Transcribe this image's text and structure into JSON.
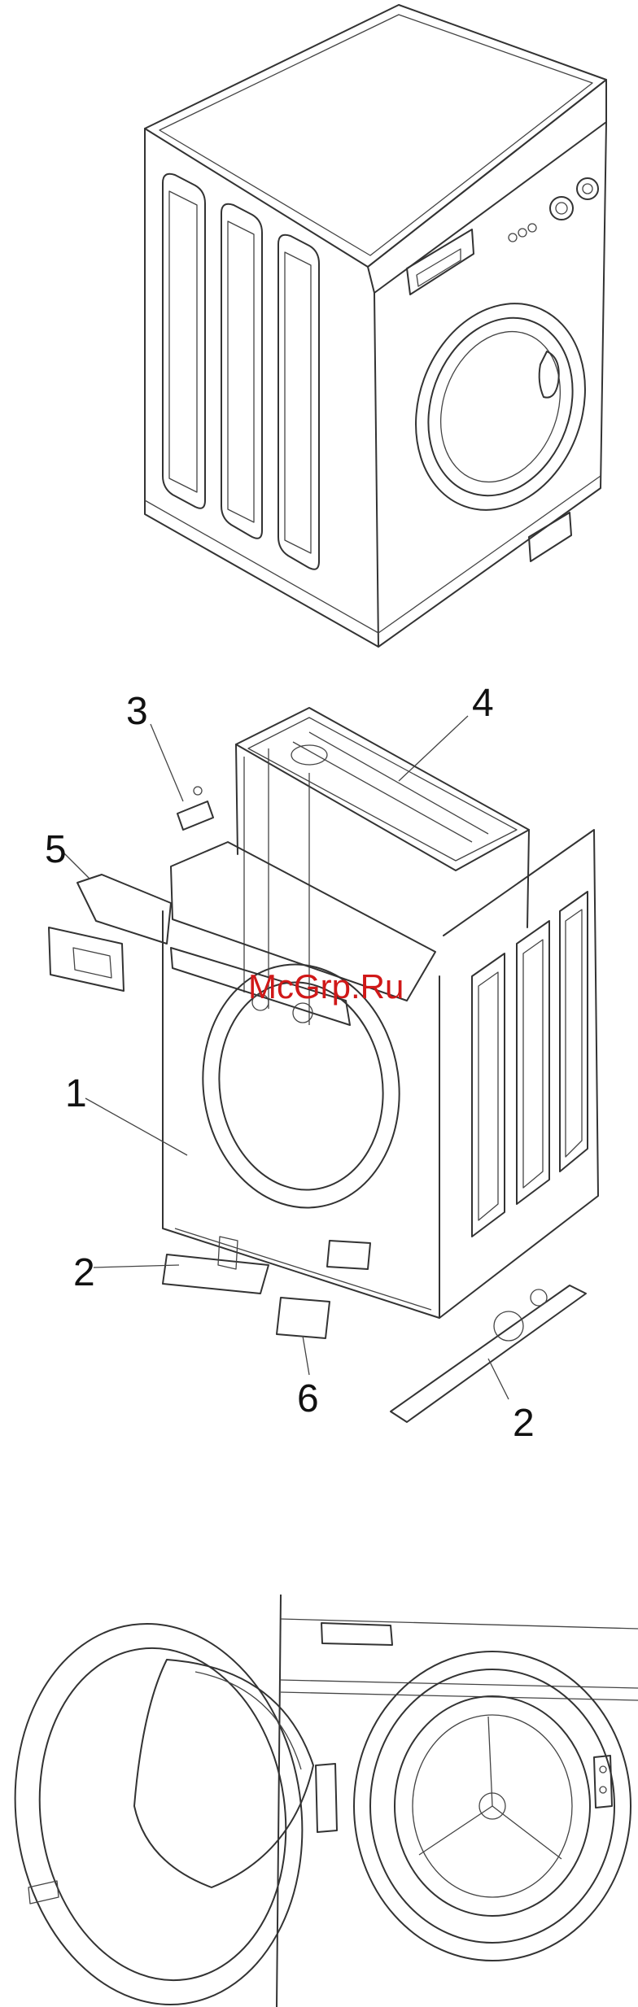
{
  "callouts": {
    "c1": "1",
    "c2a": "2",
    "c2b": "2",
    "c3": "3",
    "c4": "4",
    "c5": "5",
    "c6": "6"
  },
  "watermark": "McGrp.Ru",
  "colors": {
    "line": "#333333",
    "watermark": "#d01818",
    "background": "#ffffff"
  }
}
